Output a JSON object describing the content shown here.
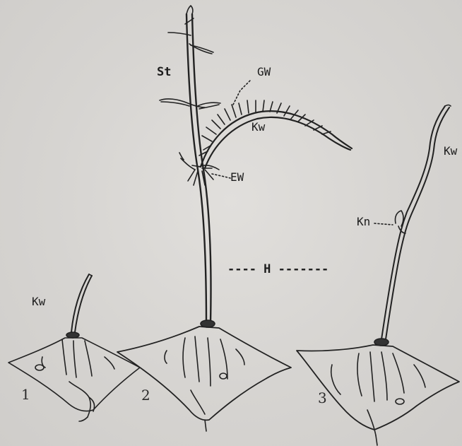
{
  "labels": {
    "st": "St",
    "gw": "GW",
    "kw_fig2": "Kw",
    "ew": "EW",
    "h": "---- H -------",
    "kw_fig1": "Kw",
    "kn": "Kn",
    "kw_fig3": "Kw"
  },
  "figure_numbers": {
    "fig1": "1",
    "fig2": "2",
    "fig3": "3"
  }
}
